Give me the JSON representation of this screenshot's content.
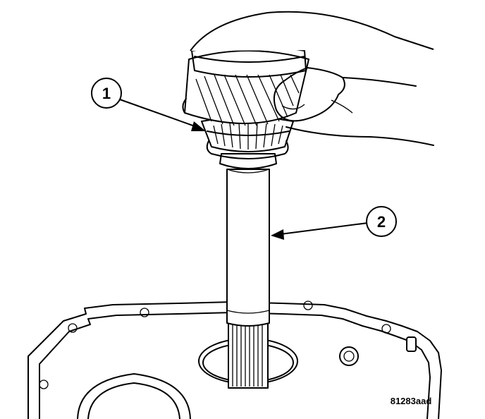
{
  "figure": {
    "callouts": [
      {
        "number": "1"
      },
      {
        "number": "2"
      }
    ],
    "figure_id": "81283aad"
  }
}
